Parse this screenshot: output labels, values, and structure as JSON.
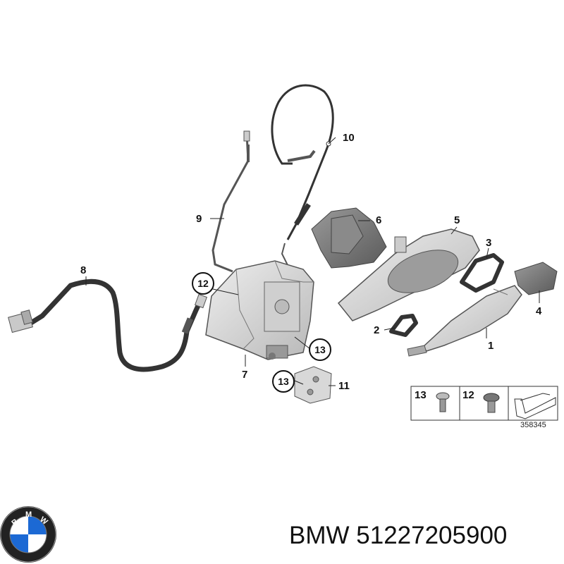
{
  "diagram": {
    "callouts": {
      "c1": "1",
      "c2": "2",
      "c3": "3",
      "c4": "4",
      "c5": "5",
      "c6": "6",
      "c7": "7",
      "c8": "8",
      "c9": "9",
      "c10": "10",
      "c11": "11",
      "c12": "12",
      "c13a": "13",
      "c13b": "13"
    },
    "legend": {
      "screw_13": "13",
      "screw_12": "12"
    },
    "reference_code": "358345"
  },
  "brand": {
    "logo_text": "BMW",
    "caption": "BMW 51227205900"
  },
  "colors": {
    "part_fill": "#d9d9d9",
    "part_stroke": "#555555",
    "cable": "#333333",
    "bmw_blue": "#1c69d4",
    "bmw_ring": "#222222"
  },
  "icons": [
    "bmw-roundel-logo",
    "torx-screw-icon",
    "arrow-tool-icon"
  ]
}
